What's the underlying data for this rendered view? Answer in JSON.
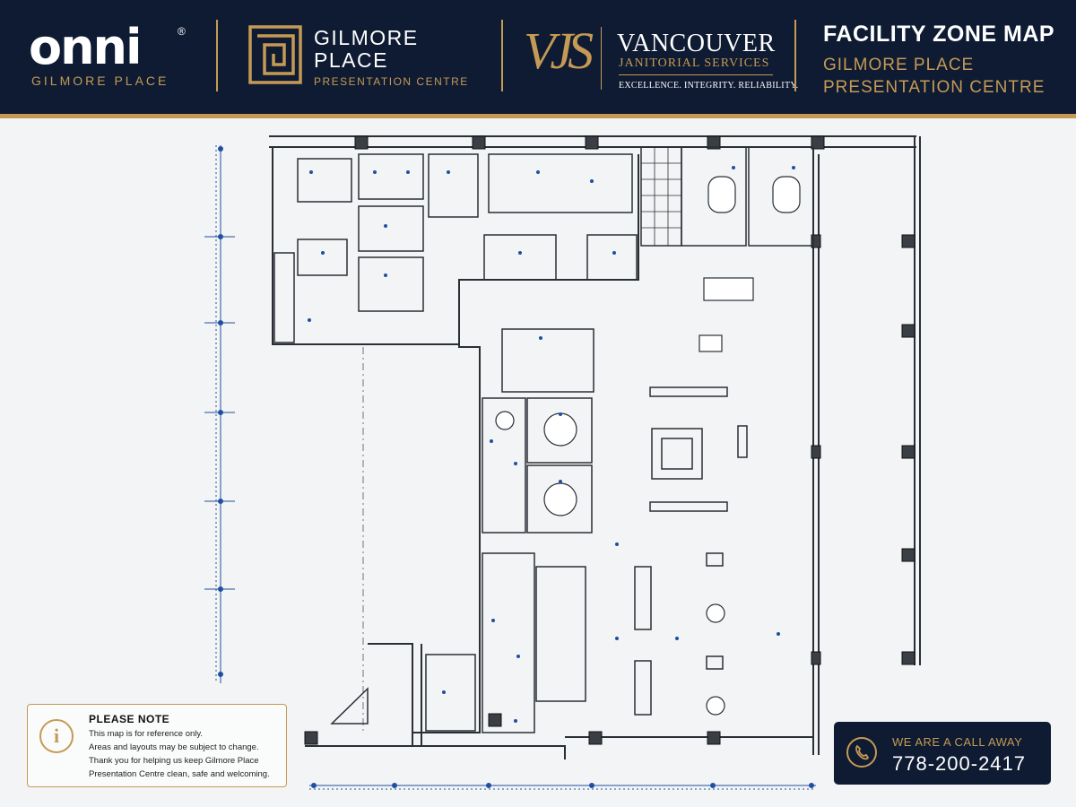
{
  "header": {
    "onni": {
      "logo_text": "onni",
      "registered_mark": "®",
      "subtitle": "GILMORE PLACE"
    },
    "gilmore": {
      "title": "GILMORE PLACE",
      "subtitle": "PRESENTATION CENTRE"
    },
    "vjs": {
      "monogram": "VJS",
      "name": "VANCOUVER",
      "subtitle": "JANITORIAL SERVICES",
      "tagline": "EXCELLENCE. INTEGRITY. RELIABILITY."
    },
    "map_title": {
      "title": "FACILITY ZONE MAP",
      "subtitle_line1": "GILMORE PLACE",
      "subtitle_line2": "PRESENTATION CENTRE"
    }
  },
  "note": {
    "icon": "info-icon",
    "title": "PLEASE NOTE",
    "line1": "This map is for reference only.",
    "line2": "Areas and layouts may be subject to change.",
    "line3": "Thank you for helping us keep Gilmore Place",
    "line4": "Presentation Centre clean, safe and welcoming."
  },
  "call": {
    "icon": "phone-icon",
    "label": "WE ARE A CALL AWAY",
    "phone": "778-200-2417"
  },
  "colors": {
    "navy": "#0e1b33",
    "gold": "#c59a54",
    "plan_line": "#2a2f36",
    "plan_blue": "#1f4fa0"
  }
}
